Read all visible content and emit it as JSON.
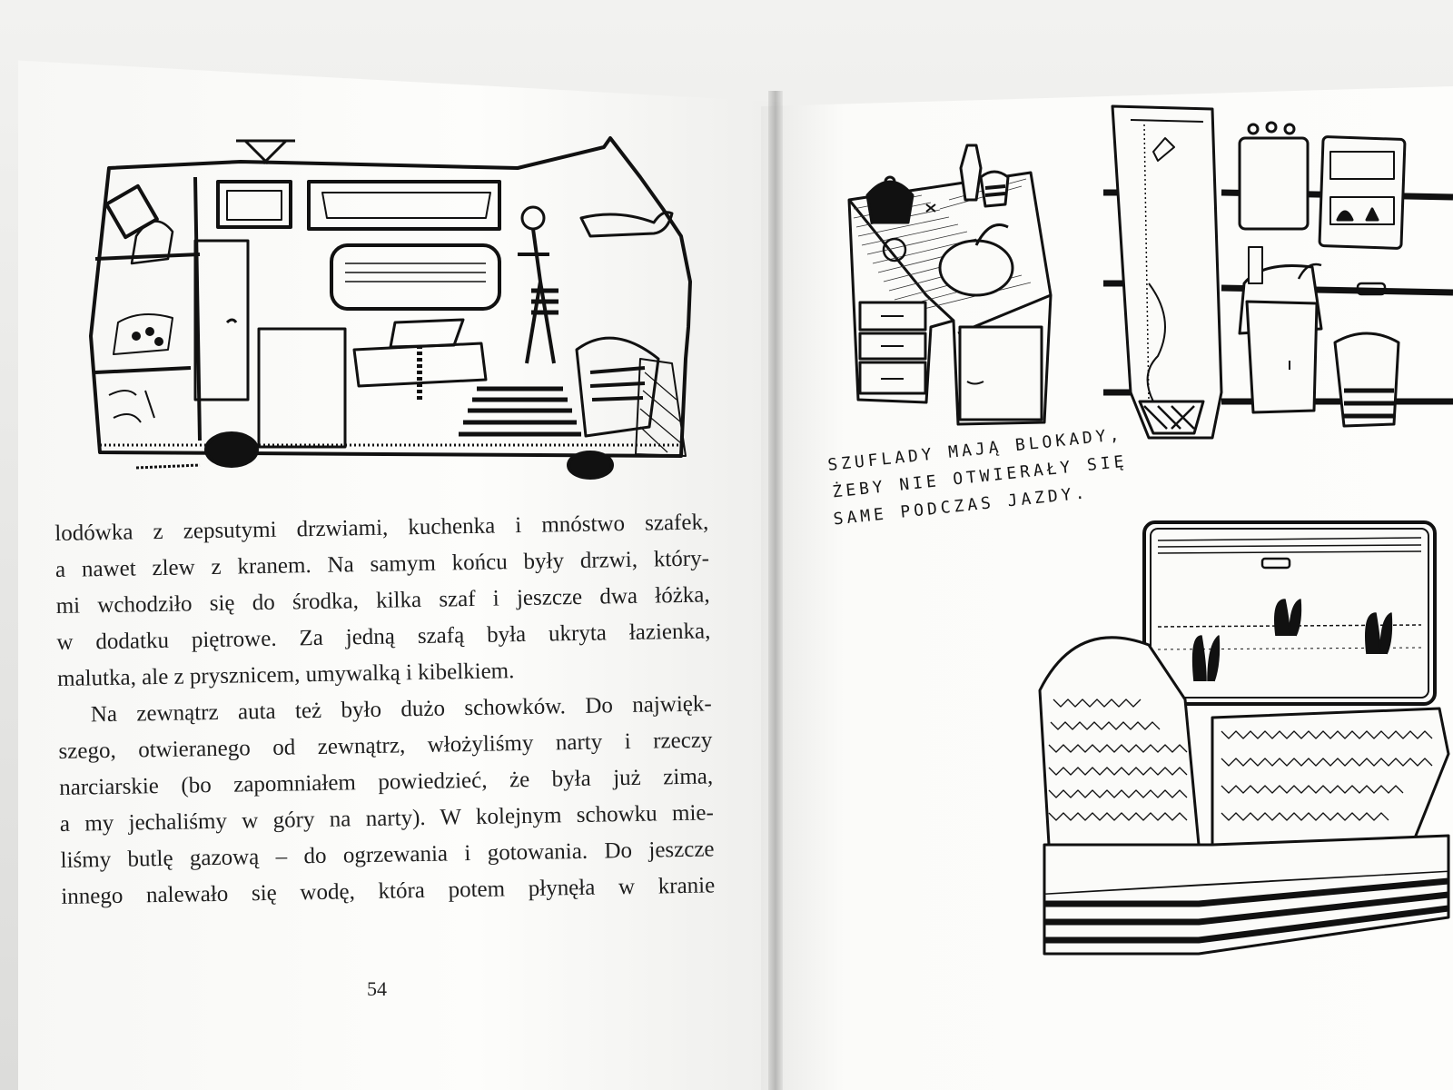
{
  "book": {
    "left_page": {
      "paragraph_lines": [
        "lodówka z zepsutymi drzwiami, kuchenka i mnóstwo szafek,",
        "a nawet zlew z kranem. Na samym końcu były drzwi, który-",
        "mi wchodziło się do środka, kilka szaf i jeszcze dwa łóżka,",
        "w dodatku piętrowe. Za jedną szafą była ukryta łazienka,",
        "malutka, ale z prysznicem, umywalką i kibelkiem.",
        "Na zewnątrz auta też było dużo schowków. Do najwięk-",
        "szego, otwieranego od zewnątrz, włożyliśmy narty i rzeczy",
        "narciarskie (bo zapomniałem powiedzieć, że była już zima,",
        "a my jechaliśmy w góry na narty). W kolejnym schowku mie-",
        "liśmy butlę gazową – do ogrzewania i gotowania. Do jeszcze",
        "innego nalewało się wodę, która potem płynęła w kranie"
      ],
      "page_number": "54"
    },
    "right_page": {
      "caption_lines": [
        "SZUFLADY MAJĄ BLOKADY,",
        "ŻEBY NIE OTWIERAŁY SIĘ",
        "SAME PODCZAS JAZDY."
      ]
    }
  }
}
